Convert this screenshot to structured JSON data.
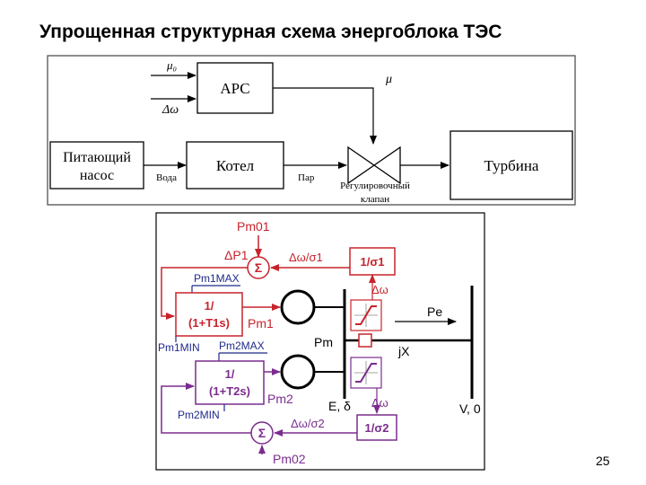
{
  "title": "Упрощенная структурная схема энергоблока ТЭС",
  "page_number": "25",
  "colors": {
    "red": "#c8232c",
    "purple": "#7b2d8e",
    "navy": "#1f2a8a",
    "black": "#000000",
    "gray": "#444444"
  },
  "top_diagram": {
    "inputs": {
      "mu0": "μ₀",
      "delta_omega": "Δω"
    },
    "mu": "μ",
    "blocks": {
      "aps": "АРС",
      "pump": "Питающий\nнасос",
      "pump_line1": "Питающий",
      "pump_line2": "насос",
      "boiler": "Котел",
      "turbine": "Турбина"
    },
    "labels": {
      "water": "Вода",
      "steam": "Пар",
      "valve_line1": "Регулировочный",
      "valve_line2": "клапан"
    }
  },
  "bottom_diagram": {
    "pm01": "Pm01",
    "pm02": "Pm02",
    "dp1": "ΔP1",
    "sigma": "Σ",
    "dw_sigma1": "Δω/σ1",
    "dw_sigma2": "Δω/σ2",
    "inv_sigma1": "1/σ1",
    "inv_sigma2": "1/σ2",
    "tf1_line1": "1/",
    "tf1_line2": "(1+T1s)",
    "tf2_line1": "1/",
    "tf2_line2": "(1+T2s)",
    "pm1max": "Pm1MAX",
    "pm1min": "Pm1MIN",
    "pm2max": "Pm2MAX",
    "pm2min": "Pm2MIN",
    "pm1": "Pm1",
    "pm2": "Pm2",
    "pm": "Pm",
    "dw": "Δω",
    "pe": "Pe",
    "jx": "jX",
    "e_delta": "E, δ",
    "v0": "V, 0"
  }
}
